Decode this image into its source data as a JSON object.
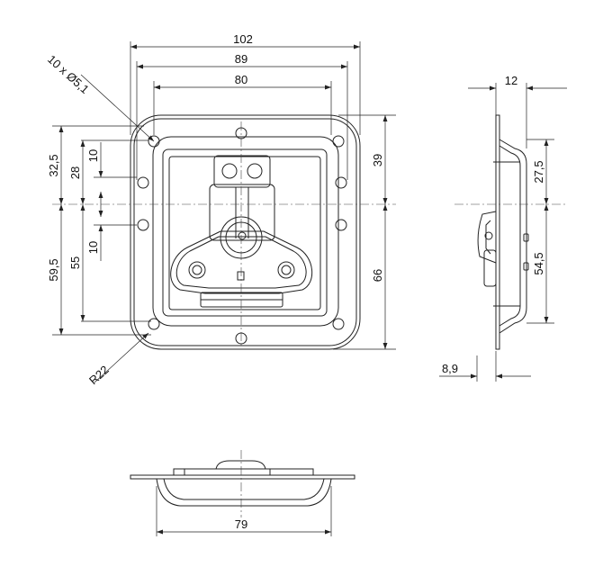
{
  "front_view": {
    "dims": {
      "overall_width": "102",
      "hole_spacing_outer": "89",
      "hole_spacing_inner": "80",
      "left_top_total": "32,5",
      "left_top_28": "28",
      "left_top_10": "10",
      "left_bottom_10": "10",
      "left_bottom_total": "59,5",
      "left_bottom_55": "55",
      "right_upper": "39",
      "right_lower": "66",
      "radius": "R22",
      "holes": "10 x Ø5,1"
    }
  },
  "side_view": {
    "dims": {
      "top_thickness": "12",
      "upper_height": "27,5",
      "lower_height": "54,5",
      "bottom_depth": "8,9"
    }
  },
  "bottom_view": {
    "dims": {
      "width": "79"
    }
  }
}
